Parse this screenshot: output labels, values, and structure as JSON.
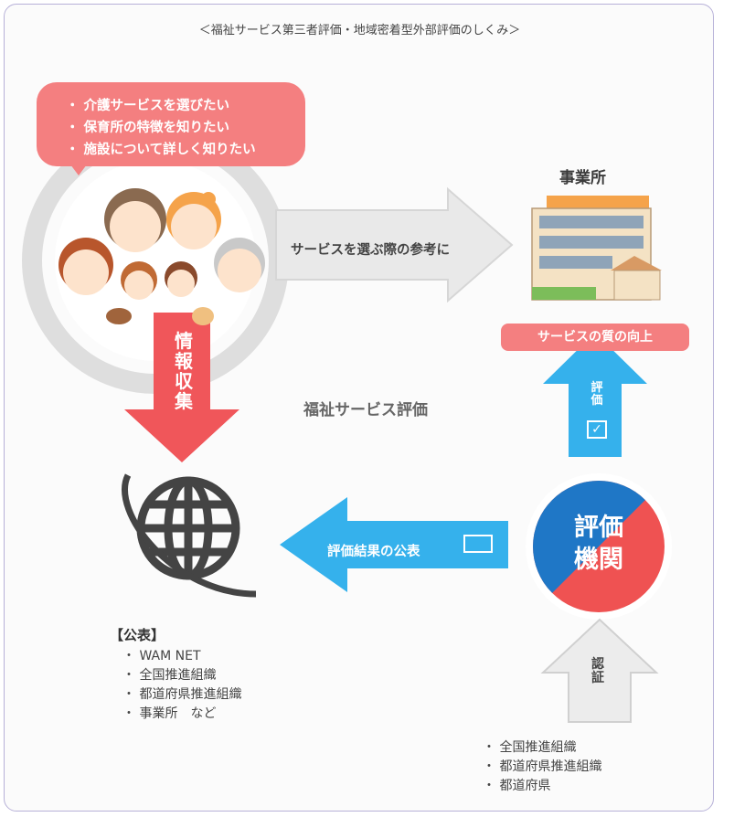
{
  "title": "＜福祉サービス第三者評価・地域密着型外部評価のしくみ＞",
  "bubble": {
    "items": [
      "・ 介護サービスを選びたい",
      "・ 保育所の特徴を知りたい",
      "・ 施設について詳しく知りたい"
    ]
  },
  "office": {
    "label": "事業所",
    "quality_label": "サービスの質の向上"
  },
  "arrows": {
    "reference": "サービスを選ぶ際の参考に",
    "info_gathering": "情報収集",
    "evaluation": "評価",
    "publication": "評価結果の公表",
    "certification": "認証"
  },
  "center_label": "福祉サービス評価",
  "organization": {
    "line1": "評価",
    "line2": "機関"
  },
  "publication": {
    "title": "【公表】",
    "items": [
      "・ WAM NET",
      "・ 全国推進組織",
      "・ 都道府県推進組織",
      "・ 事業所　など"
    ]
  },
  "certification_bodies": [
    "・ 全国推進組織",
    "・ 都道府県推進組織",
    "・ 都道府県"
  ],
  "colors": {
    "pink": "#f47f80",
    "red_arrow": "#f0565a",
    "blue_arrow": "#35b1ec",
    "org_blue": "#1f77c6",
    "org_red": "#ef5252",
    "grey_arrow": "#e6e6e6"
  }
}
